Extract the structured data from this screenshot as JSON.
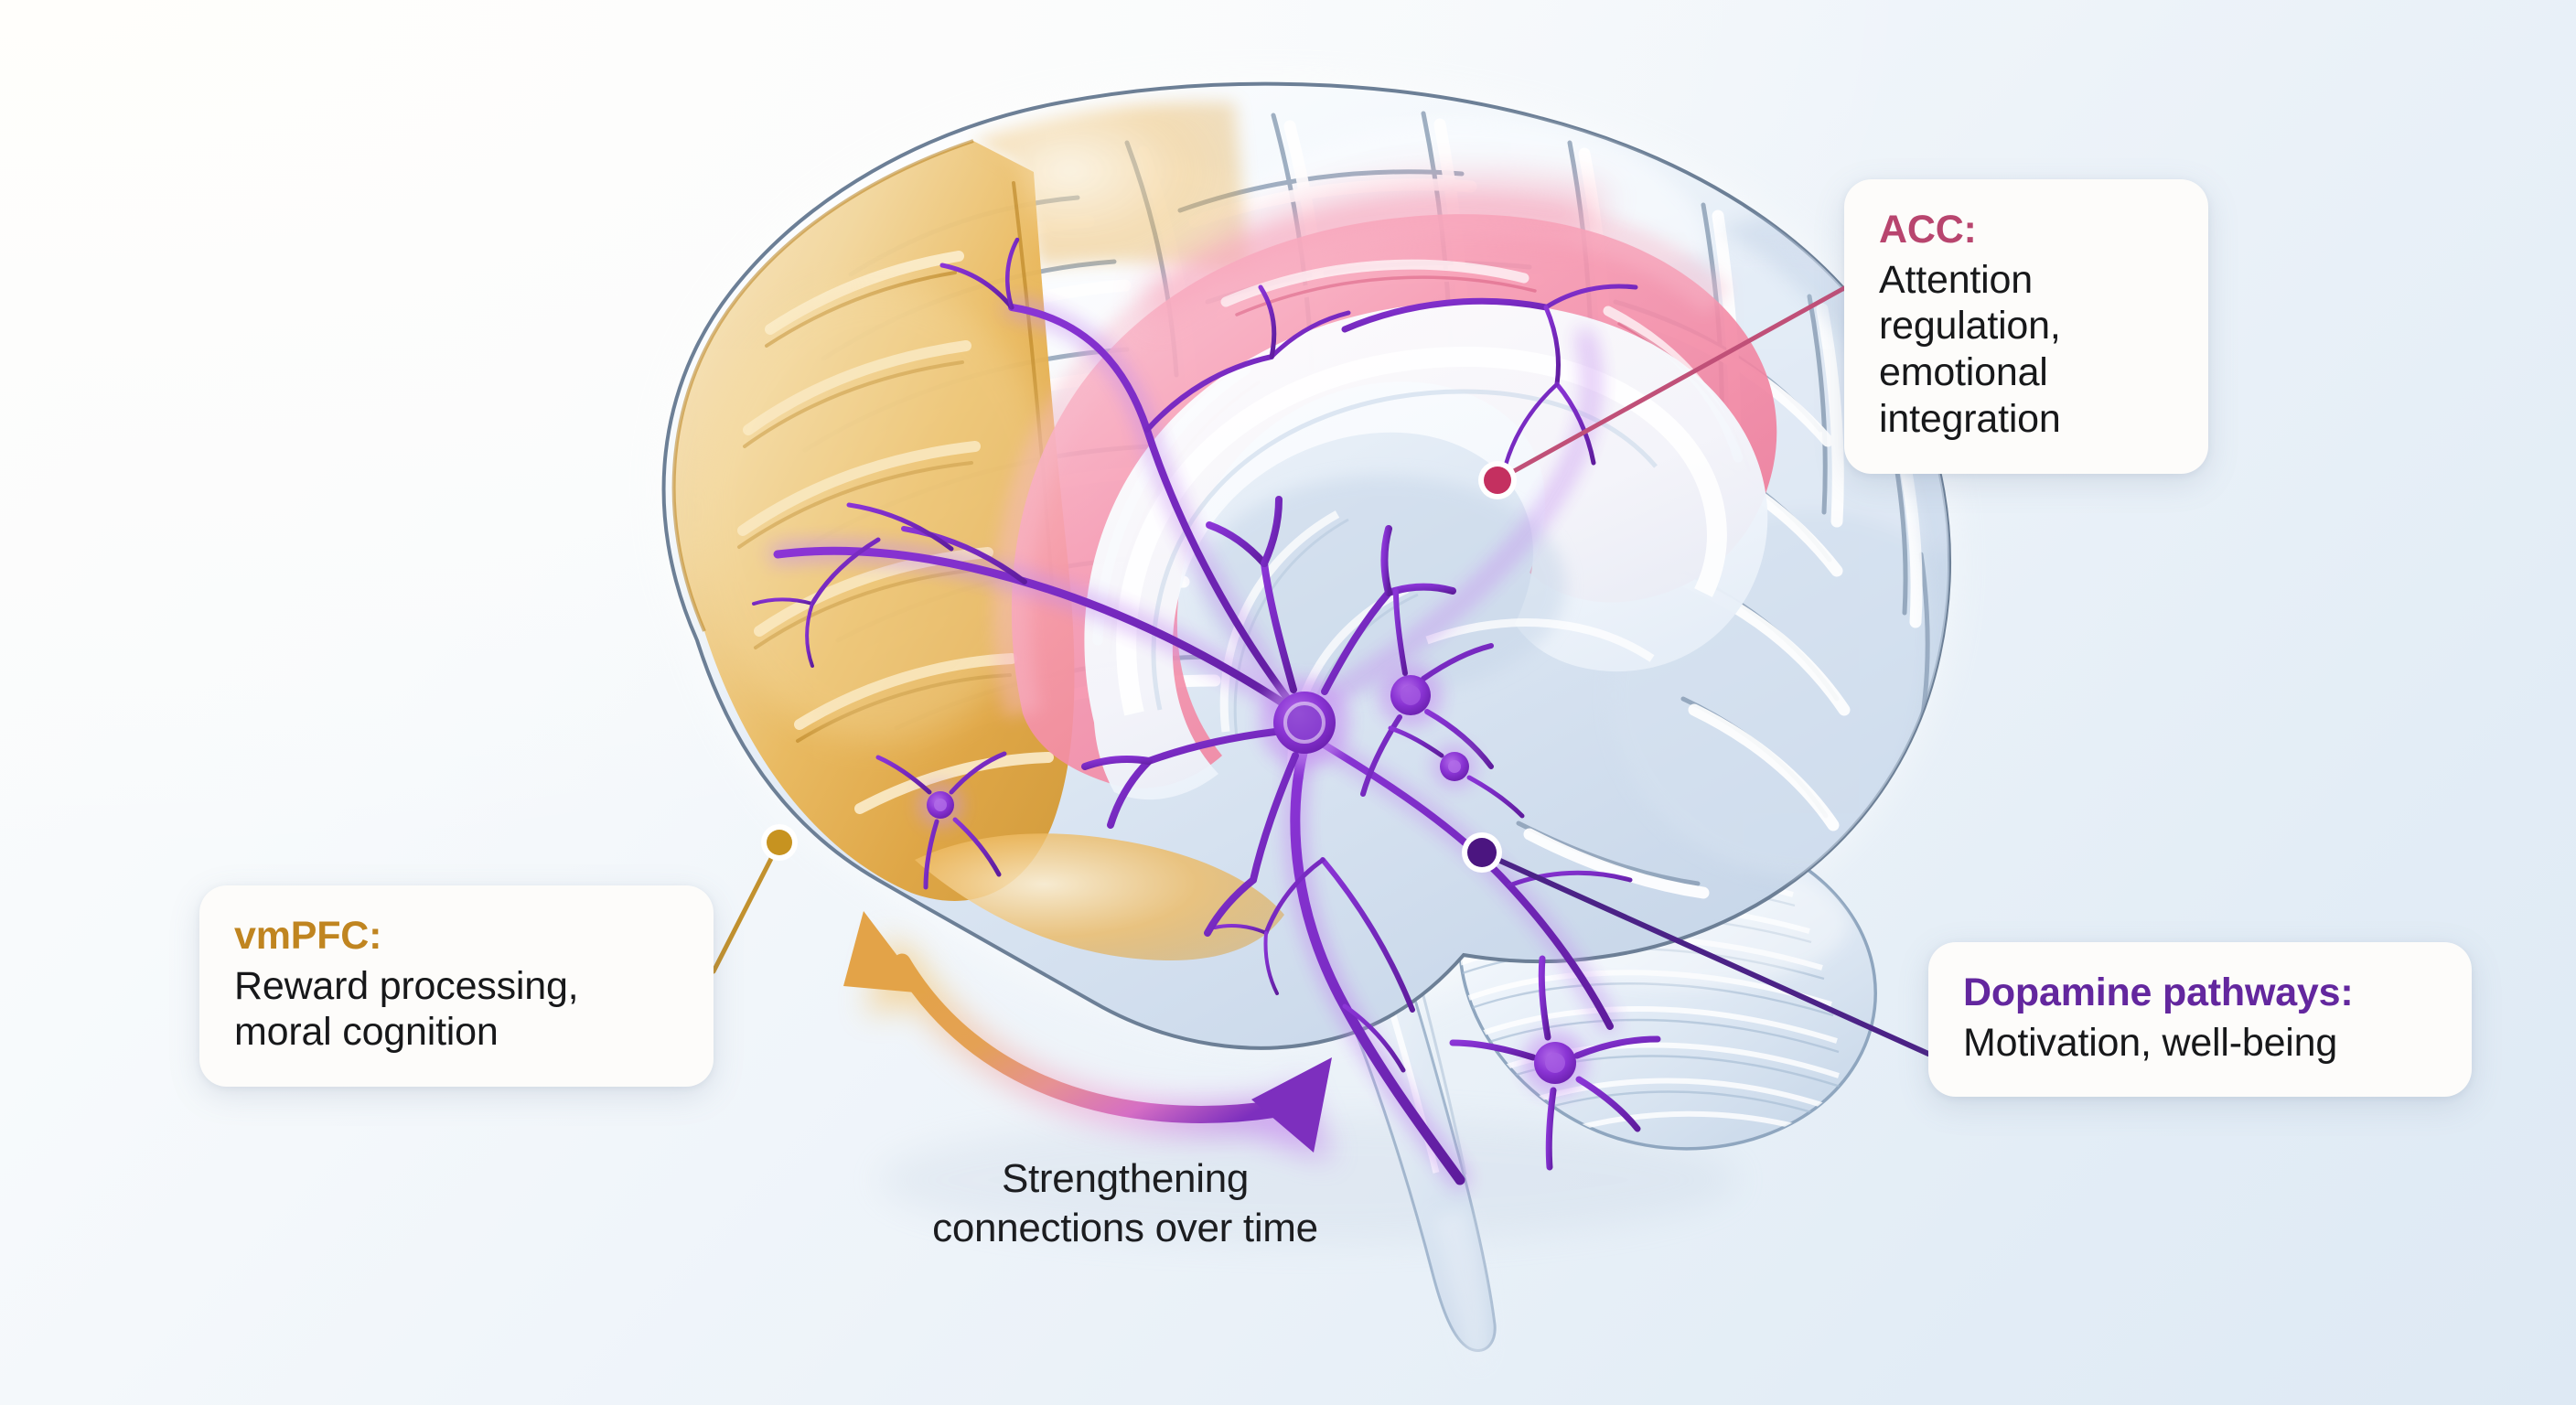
{
  "illustration": {
    "subject": "human brain lateral view",
    "regions": [
      {
        "name": "frontal-lobe-vmpfc",
        "color": "#e8a83c"
      },
      {
        "name": "anterior-cingulate-cortex",
        "color": "#f2849f"
      },
      {
        "name": "cerebral-cortex",
        "color": "#ccd9ea"
      },
      {
        "name": "cerebellum",
        "color": "#dbe6f2"
      },
      {
        "name": "brainstem",
        "color": "#d5e2f0"
      },
      {
        "name": "dopamine-fibers",
        "color": "#7b2fc4"
      }
    ]
  },
  "labels": {
    "acc": {
      "title": "ACC:",
      "description": "Attention regulation,\nemotional integration",
      "title_color": "#b8456e",
      "dot_color": "#c43060",
      "leader_color": "#c05078"
    },
    "vmpfc": {
      "title": "vmPFC:",
      "description": "Reward processing,\nmoral cognition",
      "title_color": "#c08520",
      "dot_color": "#c79320",
      "leader_color": "#c2912e"
    },
    "dopamine": {
      "title": "Dopamine pathways:",
      "description": "Motivation, well-being",
      "title_color": "#63279e",
      "dot_color": "#4b1580",
      "leader_color": "#4b2286"
    }
  },
  "annotation": {
    "caption": "Strengthening\nconnections over time",
    "arrow": {
      "name": "bidirectional-plasticity-arrow",
      "start_color": "#e2a048",
      "mid_color": "#e98fa5",
      "end_color": "#7d2fbe"
    }
  },
  "background": {
    "top_left": "#fffefb",
    "bottom_right": "#dee9f4"
  }
}
